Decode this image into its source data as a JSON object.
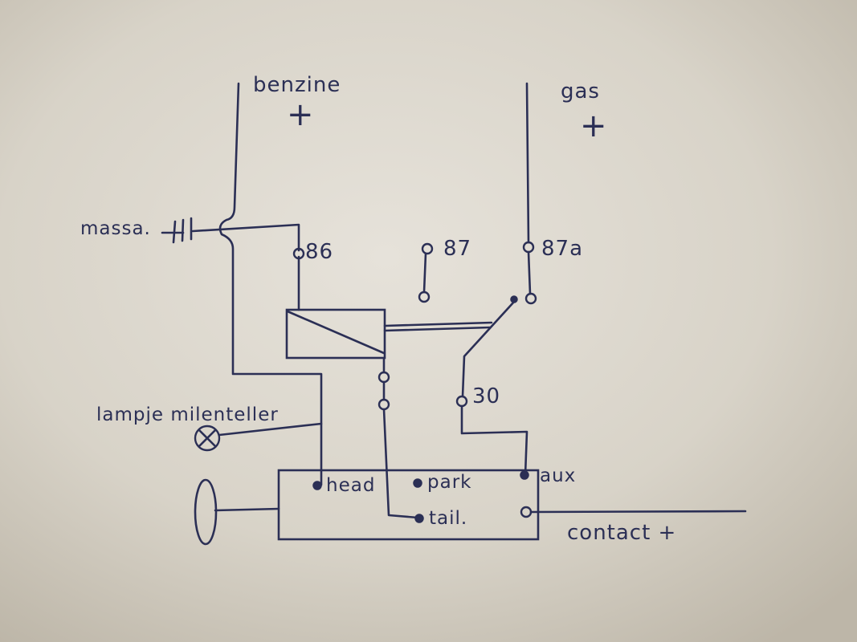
{
  "labels": {
    "benzine": "benzine",
    "benzine_plus": "+",
    "gas": "gas",
    "gas_plus": "+",
    "massa": "massa.",
    "pin_86": "86",
    "pin_87": "87",
    "pin_87a": "87a",
    "pin_30": "30",
    "lampje": "lampje milenteller",
    "head": "head",
    "park": "park",
    "tail": "tail.",
    "aux": "aux",
    "contact": "contact +"
  },
  "colors": {
    "ink": "#2b2f55",
    "paper": "#d8d3c8"
  }
}
